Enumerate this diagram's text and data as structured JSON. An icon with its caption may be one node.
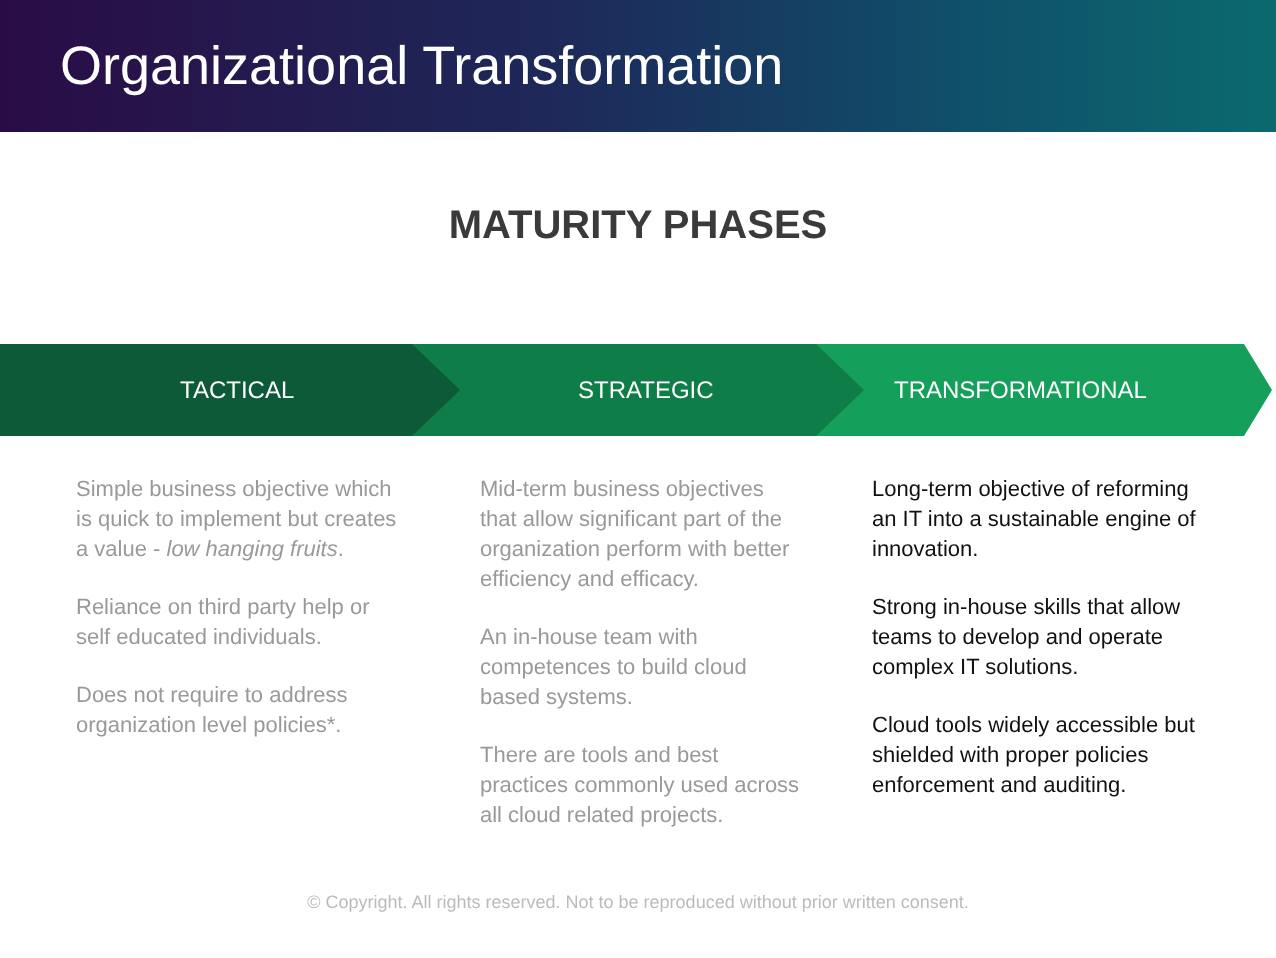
{
  "diagram": {
    "title": "Organizational Transformation",
    "nodes": [
      {
        "text": [
          "TACTICAL"
        ],
        "beside": [
          "Simple business objective which is quick to implement but creates a value - *low hanging fruits*.",
          "Reliance on third party help or self educated individuals.",
          "Does not require to address organization level policies*."
        ]
      },
      {
        "text": [
          "STRATEGIC"
        ],
        "beside": [
          "Mid-term business objectives that allow significant part of the organization perform with better efficiency and efficacy.",
          "An in-house team with competences to build cloud based systems.",
          "There are tools and best practices commonly used across all cloud related projects."
        ]
      },
      {
        "text": [
          "TRANSFORMATIONAL"
        ],
        "beside": [
          "Long-term objective of reforming an IT into a sustainable engine of innovation.",
          "Strong in-house skills that allow teams to develop and operate complex IT solutions.",
          "Cloud tools widely accessible but shielded with proper policies enforcement and auditing."
        ]
      }
    ],
    "edges": [],
    "labels": [
      "MATURITY PHASES",
      "© Copyright. All rights reserved. Not to be reproduced without prior written consent."
    ]
  }
}
